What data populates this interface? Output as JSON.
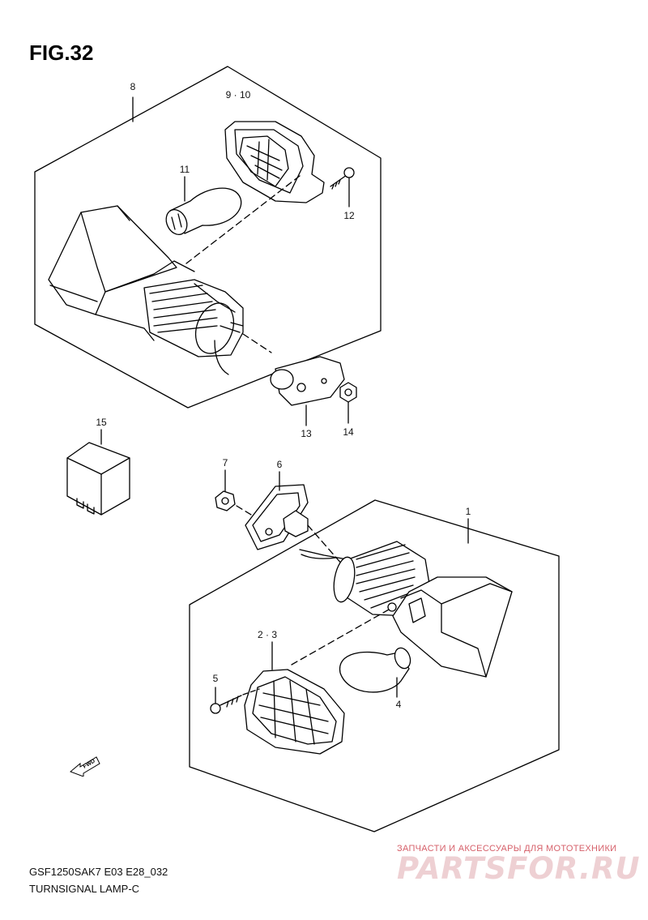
{
  "figure": {
    "title": "FIG.32"
  },
  "callouts": {
    "p8": "8",
    "p9_10": "9 · 10",
    "p11": "11",
    "p12": "12",
    "p13": "13",
    "p14": "14",
    "p15": "15",
    "p7": "7",
    "p6": "6",
    "p1": "1",
    "p2_3": "2 · 3",
    "p5": "5",
    "p4": "4"
  },
  "footer": {
    "model": "GSF1250SAK7 E03 E28_032",
    "name": "TURNSIGNAL LAMP-C"
  },
  "fwd_label": "FWD",
  "watermark": {
    "tagline": "ЗАПЧАСТИ И АКСЕССУАРЫ ДЛЯ МОТОТЕХНИКИ",
    "logo": "PARTSFOR.RU"
  },
  "colors": {
    "line": "#000000",
    "watermark_text": "#d6606a",
    "watermark_logo": "#eed0d3"
  }
}
